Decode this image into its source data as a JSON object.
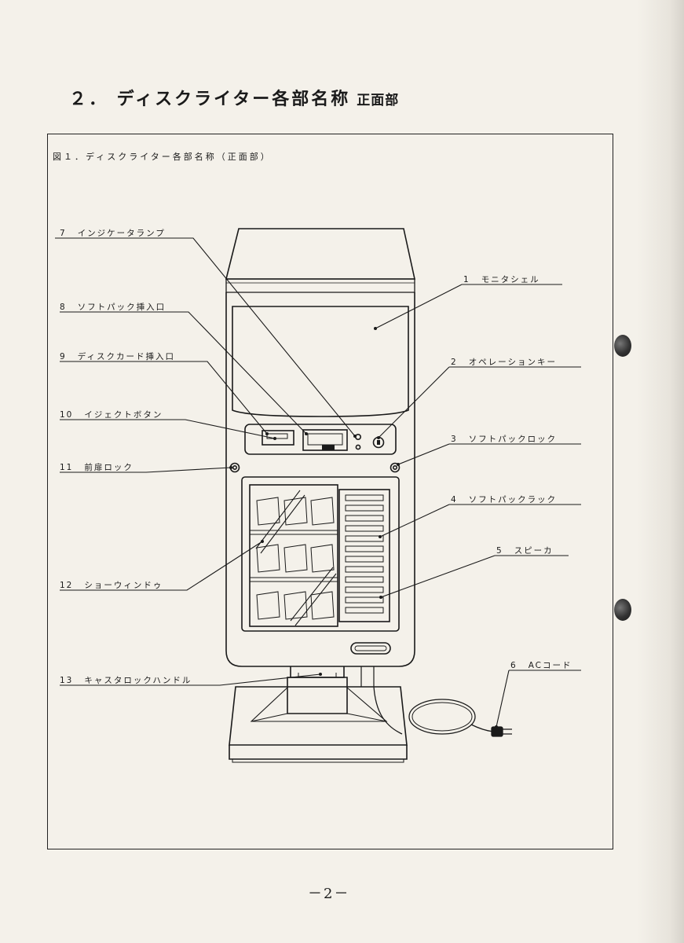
{
  "heading": {
    "title": "２． ディスクライター各部名称",
    "subtitle": "正面部"
  },
  "figure": {
    "caption": "図１．ディスクライター各部名称（正面部）"
  },
  "labels": [
    {
      "num": "1",
      "text": "モニタシェル"
    },
    {
      "num": "2",
      "text": "オペレーションキー"
    },
    {
      "num": "3",
      "text": "ソフトパックロック"
    },
    {
      "num": "4",
      "text": "ソフトパックラック"
    },
    {
      "num": "5",
      "text": "スピーカ"
    },
    {
      "num": "6",
      "text": "ACコード"
    },
    {
      "num": "7",
      "text": "インジケータランプ"
    },
    {
      "num": "8",
      "text": "ソフトパック挿入口"
    },
    {
      "num": "9",
      "text": "ディスクカード挿入口"
    },
    {
      "num": "10",
      "text": "イジェクトボタン"
    },
    {
      "num": "11",
      "text": "前扉ロック"
    },
    {
      "num": "12",
      "text": "ショーウィンドゥ"
    },
    {
      "num": "13",
      "text": "キャスタロックハンドル"
    }
  ],
  "page_number": "－2－",
  "colors": {
    "paper": "#f4f1ea",
    "ink": "#1a1a1a"
  }
}
